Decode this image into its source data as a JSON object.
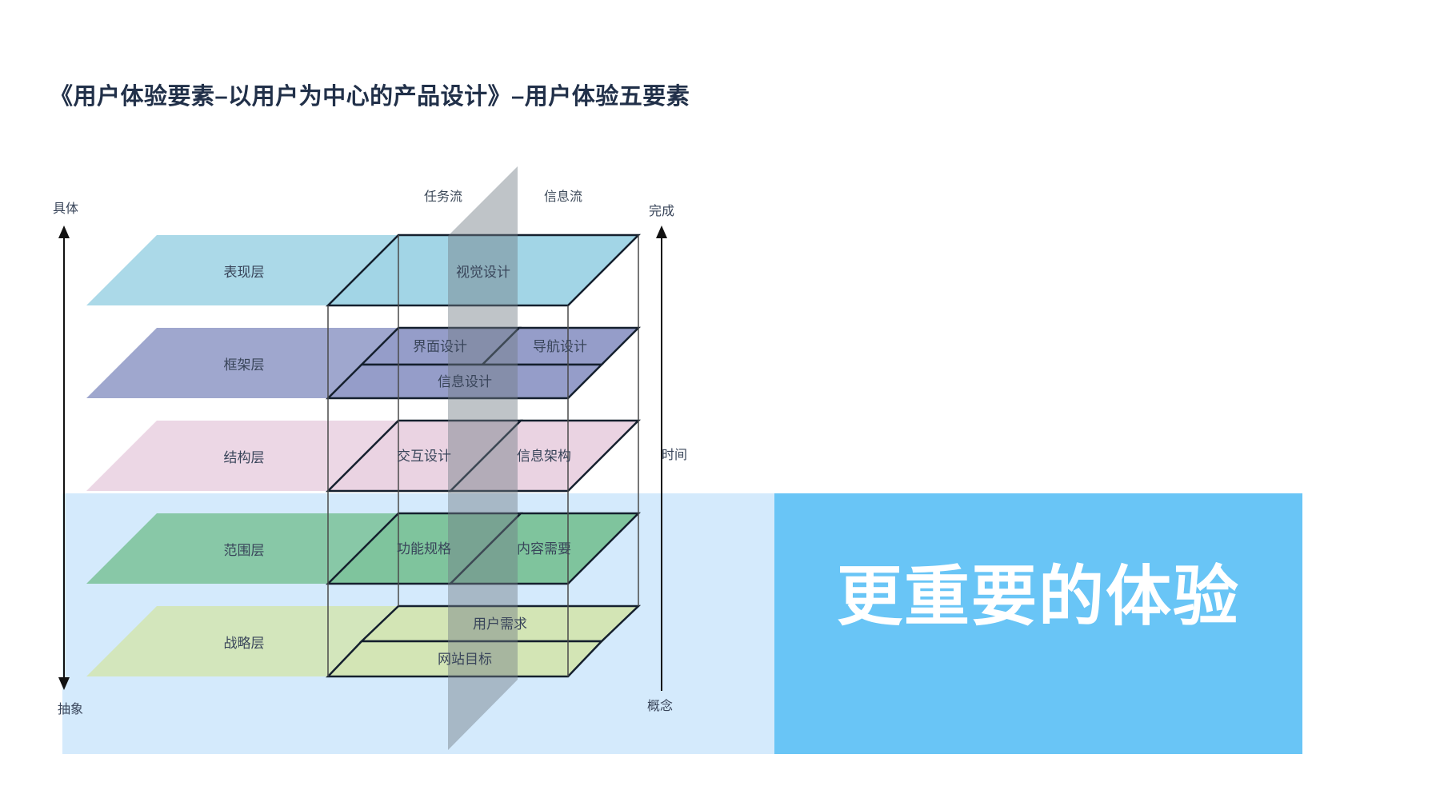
{
  "slide": {
    "title": "《用户体验要素–以用户为中心的产品设计》–用户体验五要素",
    "highlight_text": "更重要的体验"
  },
  "axes": {
    "left": {
      "top": "具体",
      "bottom": "抽象"
    },
    "right": {
      "top": "完成",
      "middle": "时间",
      "bottom": "概念"
    }
  },
  "flows": {
    "task": "任务流",
    "info": "信息流"
  },
  "layers": [
    {
      "name": "表现层",
      "color": "#a2d5e6",
      "cells": [
        {
          "label": "视觉设计"
        }
      ]
    },
    {
      "name": "框架层",
      "color": "#959dc9",
      "cells": [
        {
          "label": "界面设计"
        },
        {
          "label": "导航设计"
        },
        {
          "label": "信息设计"
        }
      ]
    },
    {
      "name": "结构层",
      "color": "#ead3e2",
      "cells": [
        {
          "label": "交互设计"
        },
        {
          "label": "信息架构"
        }
      ]
    },
    {
      "name": "范围层",
      "color": "#7fc49d",
      "cells": [
        {
          "label": "功能规格"
        },
        {
          "label": "内容需要"
        }
      ]
    },
    {
      "name": "战略层",
      "color": "#d3e5b5",
      "cells": [
        {
          "label": "用户需求"
        },
        {
          "label": "网站目标"
        }
      ]
    }
  ],
  "colors": {
    "title_text": "#213049",
    "label_text": "#39455a",
    "band": "#d4eafc",
    "highlight_box": "#69c5f6",
    "highlight_text": "#ffffff",
    "divider_plane": "rgba(112,124,132,0.45)",
    "frame_line": "#4a4a4a",
    "plane_outline": "#15202e",
    "axis": "#111111"
  }
}
